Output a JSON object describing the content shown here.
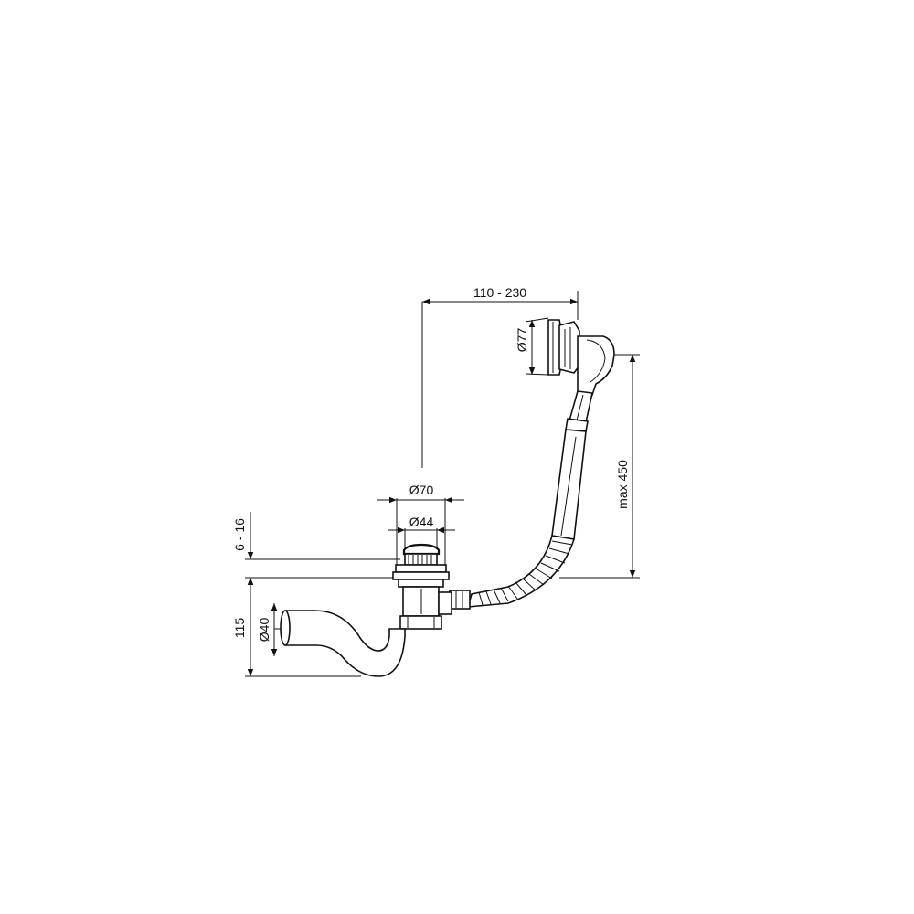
{
  "dimensions": {
    "adjust_range": "110 - 230",
    "overflow_diameter": "Ø77",
    "max_length": "max 450",
    "drain_outer_diameter": "Ø70",
    "drain_inner_diameter": "Ø44",
    "rim_thickness": "6 - 16",
    "trap_height": "115",
    "outlet_diameter": "Ø40"
  },
  "colors": {
    "line": "#111111",
    "background": "#ffffff"
  }
}
